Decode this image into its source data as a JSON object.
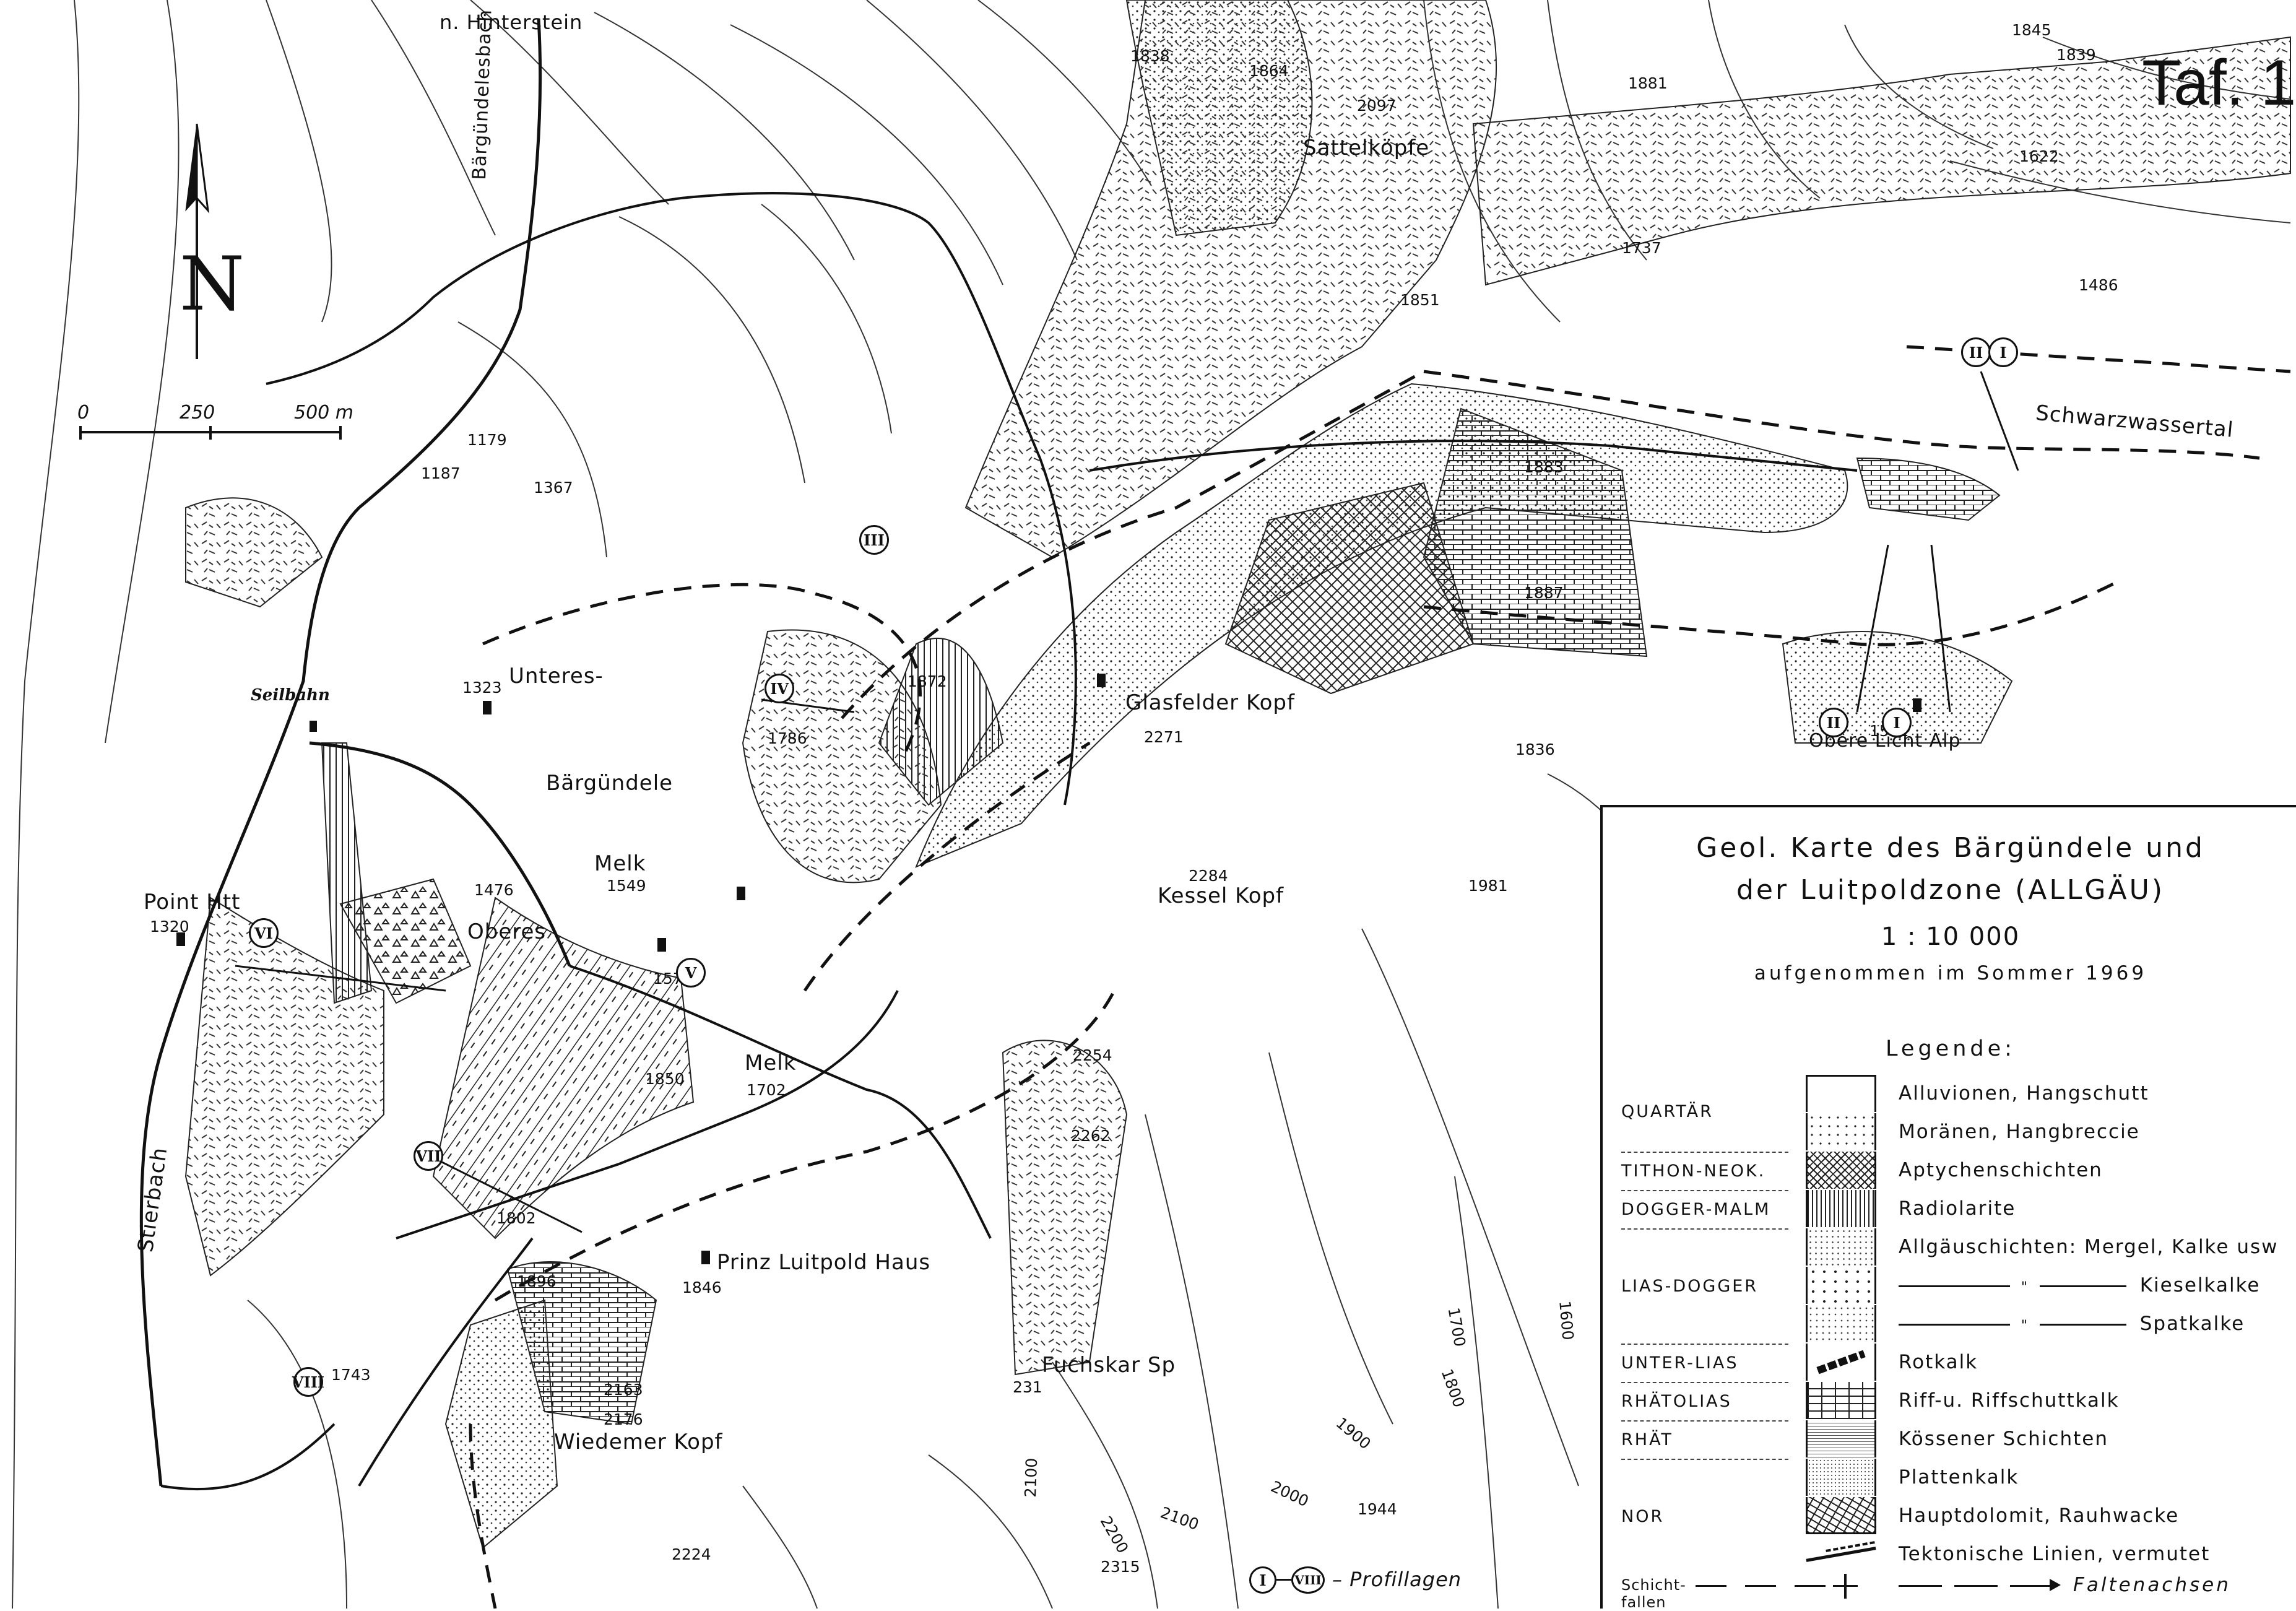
{
  "sheet_label": "Taf. 1",
  "north": {
    "letter": "N"
  },
  "scale_bar": {
    "ticks": [
      "0",
      "250",
      "500 m"
    ]
  },
  "place_names": {
    "hinterstein": "n. Hinterstein",
    "baergundelesbach": "Bärgündelesbach",
    "stierbach": "Stierbach",
    "seilbahn": "Seilbahn",
    "point_htt": "Point Htt",
    "unteres": "Unteres-",
    "baergundele": "Bärgündele",
    "oberes": "Oberes",
    "melk1": "Melk",
    "melk2": "Melk",
    "prinz": "Prinz Luitpold Haus",
    "glasfelder": "Glasfelder Kopf",
    "kessel": "Kessel Kopf",
    "fuchskar": "Fuchskar Sp",
    "wiedemer": "Wiedemer Kopf",
    "sattelkoepfe": "Sattelköpfe",
    "schwarzwassertal": "Schwarzwassertal",
    "obere_licht_alp": "Obere Licht Alp"
  },
  "spot_heights": {
    "h1179": "1179",
    "h1187": "1187",
    "h1367": "1367",
    "h1323": "1323",
    "h1320": "1320",
    "h1476": "1476",
    "h1549": "1549",
    "h1574": "1574",
    "h1702": "1702",
    "h1850": "1850",
    "h1786": "1786",
    "h1872": "1872",
    "h1802": "1802",
    "h1896": "1896",
    "h1846": "1846",
    "h1743": "1743",
    "h2163": "2163",
    "h2176": "2176",
    "h2224": "2224",
    "h2271": "2271",
    "h2284": "2284",
    "h1883": "1883",
    "h1887": "1887",
    "h1836": "1836",
    "h1981": "1981",
    "h2254": "2254",
    "h2262": "2262",
    "h2315": "2315",
    "h1944": "1944",
    "h1838": "1838",
    "h1864": "1864",
    "h2097": "2097",
    "h1881": "1881",
    "h1845": "1845",
    "h1839": "1839",
    "h1622": "1622",
    "h1737": "1737",
    "h1486": "1486",
    "h1851": "1851",
    "h1522": "1522",
    "h231": "231"
  },
  "contour_labels": {
    "c1700": "1700",
    "c1600": "1600",
    "c1800": "1800",
    "c1900": "1900",
    "c2000": "2000",
    "c2100a": "2100",
    "c2100b": "2100",
    "c2200": "2200"
  },
  "profile_markers": {
    "p_I": "I",
    "p_II": "II",
    "p_III": "III",
    "p_IV": "IV",
    "p_V": "V",
    "p_VI": "VI",
    "p_VII": "VII",
    "p_VIII": "VIII",
    "p_top1": "II",
    "p_top2": "I"
  },
  "profile_key": {
    "start": "I",
    "end": "VIII",
    "label": "– Profillagen"
  },
  "legend": {
    "title_1": "Geol. Karte des Bärgündele und",
    "title_2": "der Luitpoldzone (ALLGÄU)",
    "scale": "1 : 10 000",
    "subtitle": "aufgenommen im Sommer 1969",
    "heading": "Legende:",
    "ages": {
      "quartaer": "QUARTÄR",
      "tithon": "TITHON-NEOK.",
      "dogger_malm": "DOGGER-MALM",
      "lias_dogger": "LIAS-DOGGER",
      "unter_lias": "UNTER-LIAS",
      "rhaetolias": "RHÄTOLIAS",
      "rhaet": "RHÄT",
      "nor": "NOR"
    },
    "units": {
      "alluvionen": "Alluvionen, Hangschutt",
      "moraenen": "Moränen, Hangbreccie",
      "aptychen": "Aptychenschichten",
      "radiolarite": "Radiolarite",
      "allgaeu": "Allgäuschichten: Mergel, Kalke usw",
      "kiesel": "Kieselkalke",
      "spat": "Spatkalke",
      "rotkalk": "Rotkalk",
      "riff": "Riff-u. Riffschuttkalk",
      "koessener": "Kössener Schichten",
      "platten": "Plattenkalk",
      "hauptdolomit": "Hauptdolomit, Rauhwacke",
      "tektonische": "Tektonische Linien, vermutet"
    },
    "strike_dip_label": "Schicht-fallen",
    "fold_axes_label": "Faltenachsen"
  }
}
